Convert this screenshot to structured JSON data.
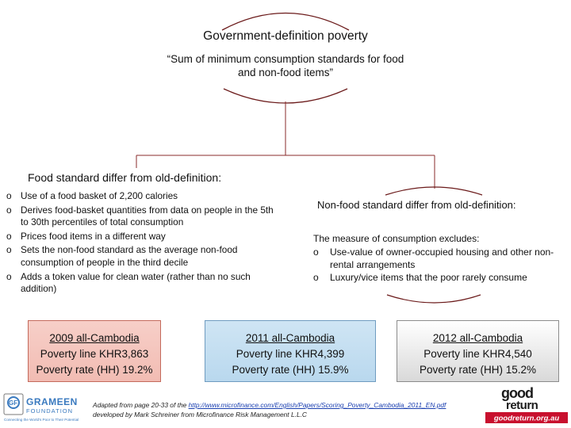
{
  "top_node": {
    "title": "Government-definition poverty",
    "quote": "“Sum of minimum consumption standards for food and non-food items”"
  },
  "food": {
    "heading": "Food standard differ from old-definition:",
    "bullet": "o",
    "items": [
      "Use of a food basket of 2,200 calories",
      "Derives food-basket quantities from data on people in the 5th to 30th percentiles of total consumption",
      "Prices food items in a different way",
      "Sets the non-food standard as the average non-food consumption of people in the third decile",
      "Adds a token value for clean water (rather than no such addition)"
    ]
  },
  "nonfood": {
    "heading": "Non-food standard differ from old-definition:",
    "intro": "The measure of consumption excludes:",
    "bullet": "o",
    "items": [
      "Use-value of owner-occupied housing and other non-rental arrangements",
      "Luxury/vice items that the poor rarely consume"
    ]
  },
  "boxes": [
    {
      "year_label": "2009 all-Cambodia",
      "line": "Poverty line KHR3,863",
      "rate": "Poverty rate (HH) 19.2%",
      "color": "#f4c4bb"
    },
    {
      "year_label": "2011 all-Cambodia",
      "line": "Poverty line KHR4,399",
      "rate": "Poverty rate (HH) 15.9%",
      "color": "#c4def1"
    },
    {
      "year_label": "2012 all-Cambodia",
      "line": "Poverty line KHR4,540",
      "rate": "Poverty rate (HH) 15.2%",
      "color": "#e6e6e6"
    }
  ],
  "source": {
    "prefix": "Adapted from page 20-33 of the ",
    "link": "http://www.microfinance.com/English/Papers/Scoring_Poverty_Cambodia_2011_EN.pdf",
    "line2": "developed by Mark Schreiner from Microfinance Risk Management L.L.C"
  },
  "logos": {
    "grameen": {
      "name": "GRAMEEN",
      "sub": "FOUNDATION",
      "tagline": "Connecting the World's Poor to Their Potential",
      "icon": "gf-logo-icon",
      "color": "#3a7abf"
    },
    "goodreturn": {
      "word1": "good",
      "word2": "return",
      "url": "goodreturn.org.au",
      "icon": "goodreturn-logo-icon",
      "color": "#c8102e"
    }
  },
  "colors": {
    "connector": "#8a2b2b",
    "arc": "#6b1a1a"
  }
}
